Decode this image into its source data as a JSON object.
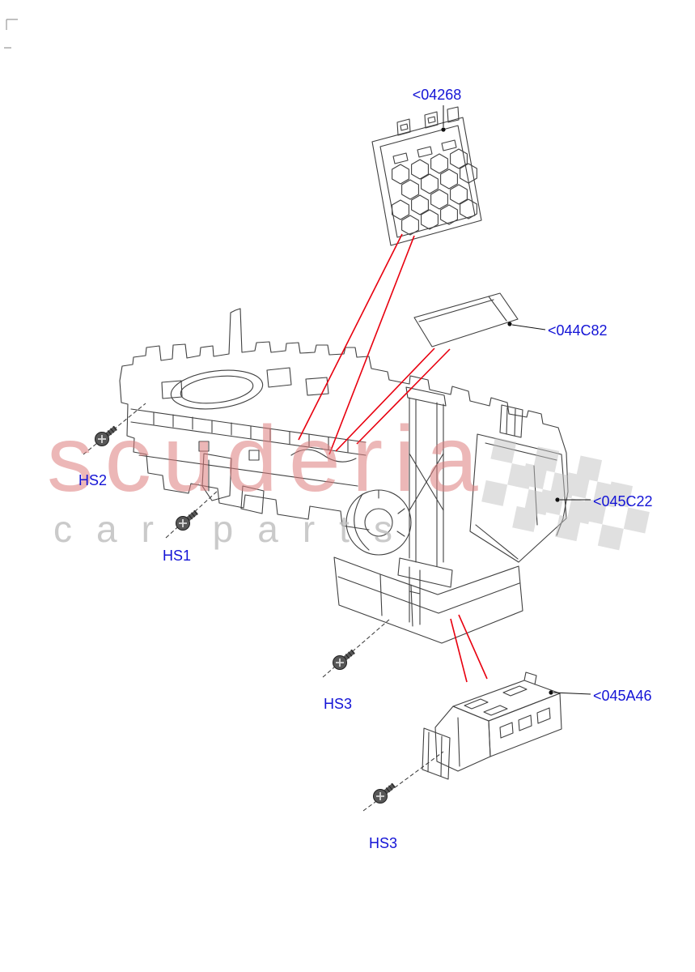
{
  "parts": [
    {
      "code": "04268",
      "label": "<04268"
    },
    {
      "code": "044C82",
      "label": "<044C82"
    },
    {
      "code": "045C22",
      "label": "<045C22"
    },
    {
      "code": "045A46",
      "label": "<045A46"
    }
  ],
  "fasteners": [
    {
      "label": "HS2"
    },
    {
      "label": "HS1"
    },
    {
      "label": "HS3"
    },
    {
      "label": "HS3"
    }
  ],
  "watermark": {
    "brand": "scuderia",
    "subtitle": "car parts"
  },
  "colors": {
    "part_label": "#1414d6",
    "leader_line": "#e8000f",
    "line_art": "#404040",
    "watermark_brand": "#dd7e7e",
    "watermark_subtitle": "#bdbdbd"
  }
}
